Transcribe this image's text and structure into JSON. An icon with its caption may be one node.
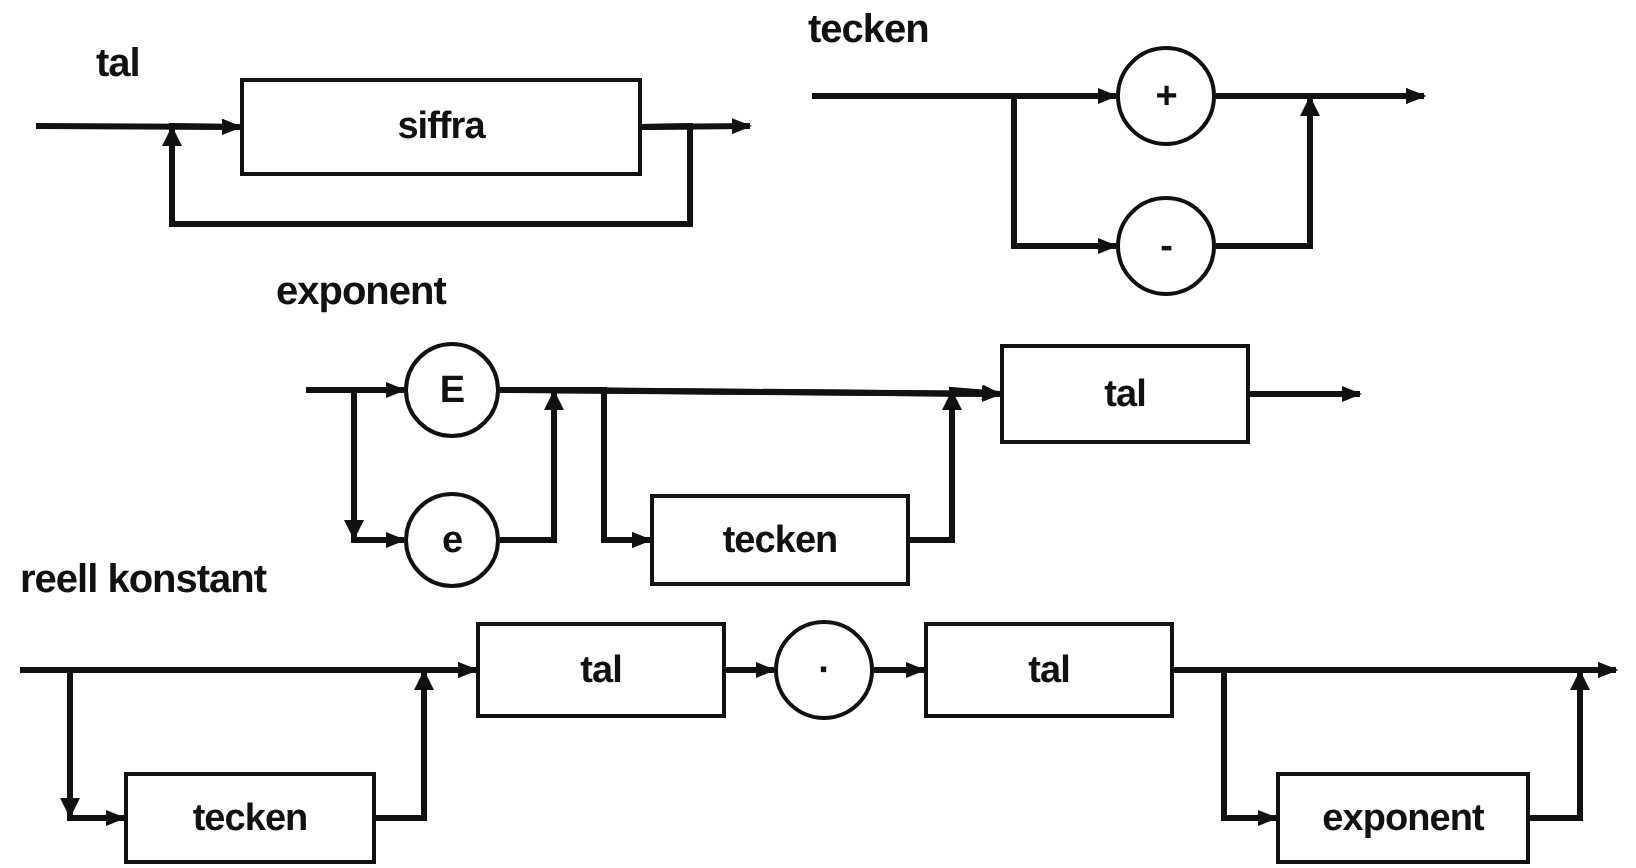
{
  "diagram": {
    "nodes": [
      {
        "text": [
          "siffra"
        ]
      },
      {
        "text": [
          "+"
        ]
      },
      {
        "text": [
          "-"
        ]
      },
      {
        "text": [
          "E"
        ]
      },
      {
        "text": [
          "e"
        ]
      },
      {
        "text": [
          "tecken"
        ]
      },
      {
        "text": [
          "tal"
        ]
      },
      {
        "text": [
          "tecken"
        ]
      },
      {
        "text": [
          "tal"
        ]
      },
      {
        "text": [
          "·"
        ]
      },
      {
        "text": [
          "tal"
        ]
      },
      {
        "text": [
          "exponent"
        ]
      }
    ],
    "edges": [
      {
        "from": null,
        "to": 0,
        "arrow": "to"
      },
      {
        "from": 0,
        "to": null,
        "arrow": "to"
      },
      {
        "from": 0,
        "to": 0,
        "arrow": "to"
      },
      {
        "from": null,
        "to": 1,
        "arrow": "to"
      },
      {
        "from": null,
        "to": 2,
        "arrow": "to"
      },
      {
        "from": 1,
        "to": null,
        "arrow": "to"
      },
      {
        "from": 2,
        "to": null,
        "arrow": "to"
      },
      {
        "from": null,
        "to": 3,
        "arrow": "to"
      },
      {
        "from": null,
        "to": 4,
        "arrow": "to"
      },
      {
        "from": 3,
        "to": 5,
        "arrow": "to"
      },
      {
        "from": 4,
        "to": 5,
        "arrow": "to"
      },
      {
        "from": 3,
        "to": 6,
        "arrow": "to"
      },
      {
        "from": 4,
        "to": 6,
        "arrow": "to"
      },
      {
        "from": 5,
        "to": 6,
        "arrow": "to"
      },
      {
        "from": 6,
        "to": null,
        "arrow": "to"
      },
      {
        "from": null,
        "to": 7,
        "arrow": "to"
      },
      {
        "from": null,
        "to": 8,
        "arrow": "to"
      },
      {
        "from": 7,
        "to": 8,
        "arrow": "to"
      },
      {
        "from": 8,
        "to": 9,
        "arrow": "to"
      },
      {
        "from": 9,
        "to": 10,
        "arrow": "to"
      },
      {
        "from": 10,
        "to": 11,
        "arrow": "to"
      },
      {
        "from": 10,
        "to": null,
        "arrow": "to"
      },
      {
        "from": 11,
        "to": null,
        "arrow": "to"
      }
    ],
    "labels": [
      "tal",
      "tecken",
      "exponent",
      "reell konstant"
    ]
  }
}
